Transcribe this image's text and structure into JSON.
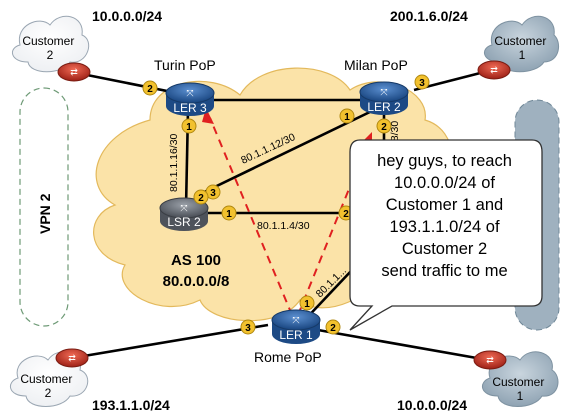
{
  "networks": {
    "top_left": "10.0.0.0/24",
    "top_right": "200.1.6.0/24",
    "bottom_left": "193.1.1.0/24",
    "bottom_right": "10.0.0.0/24"
  },
  "customers": {
    "top_left": [
      "Customer",
      "2"
    ],
    "top_right": [
      "Customer",
      "1"
    ],
    "bottom_left": [
      "Customer",
      "2"
    ],
    "bottom_right": [
      "Customer",
      "1"
    ]
  },
  "pops": {
    "turin": "Turin PoP",
    "milan": "Milan PoP",
    "rome": "Rome PoP"
  },
  "routers": {
    "ler3": "LER 3",
    "ler2": "LER 2",
    "lsr2": "LSR 2",
    "ler1": "LER 1"
  },
  "links": {
    "turin_lsr": "80.1.1.16/30",
    "lsr_milan": "80.1.1.12/30",
    "lsr_right": "80.1.1.4/30",
    "milan_down": "...8/30",
    "rome_up": "80.1.1..."
  },
  "as": {
    "name": "AS 100",
    "prefix": "80.0.0.0/8"
  },
  "vpn": "VPN 2",
  "ports": {
    "ler3_left": "2",
    "ler3_down": "1",
    "ler2_right": "3",
    "ler2_left": "1",
    "ler2_down": "2",
    "lsr2_right": "1",
    "lsr2_up1": "3",
    "lsr2_up2": "2",
    "ler1_left": "3",
    "ler1_up": "1",
    "ler1_right": "2",
    "right_mid": "2"
  },
  "callout": [
    "hey guys, to reach",
    "10.0.0.0/24 of",
    "Customer  1 and",
    "193.1.1.0/24 of",
    "Customer 2",
    "send traffic to me"
  ],
  "colors": {
    "cloud_fill": "#fbe3a8",
    "router_blue": "#2e5f9e",
    "router_grey": "#6b7079",
    "customer_router_red": "#c0392b",
    "port_fill": "#f2c12e",
    "advert_dash": "#e02020",
    "vpn1_fill": "#9fb1bf"
  }
}
